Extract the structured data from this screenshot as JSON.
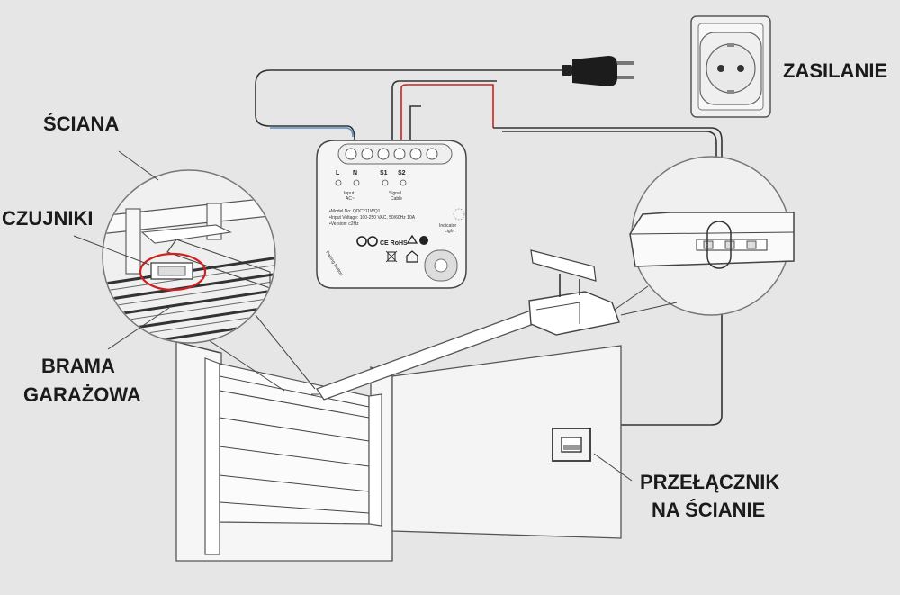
{
  "labels": {
    "power": "ZASILANIE",
    "wall": "ŚCIANA",
    "sensors": "CZUJNIKI",
    "gate_line1": "BRAMA",
    "gate_line2": "GARAŻOWA",
    "switch_line1": "PRZEŁĄCZNIK",
    "switch_line2": "NA ŚCIANIE"
  },
  "module": {
    "terminals": [
      "L",
      "N",
      "S1",
      "S2"
    ],
    "input_label": "Input",
    "input_sub": "AC~",
    "signal_label": "Signal",
    "signal_sub": "Cable",
    "indicator_label": "Indicator",
    "indicator_sub": "Light",
    "spec_model": "•Model No: QDC211WQ1",
    "spec_input": "•Input Voltage: 100-250 VAC, 50/60Hz 10A",
    "spec_version": "•Version: c2Hz",
    "pairing_label": "Pairing Button",
    "cert_marks": "CE  RoHS"
  },
  "colors": {
    "background": "#e6e6e6",
    "line": "#333333",
    "live_wire": "#d0201e",
    "neutral_wire": "#5a8fc4",
    "highlight_circle": "#d0201e",
    "device_fill": "#f2f2f2"
  },
  "icons": [
    "plug-icon",
    "wall-socket-icon",
    "wall-switch-icon",
    "ce-mark-icon",
    "recycle-icon",
    "bin-icon",
    "home-icon"
  ]
}
